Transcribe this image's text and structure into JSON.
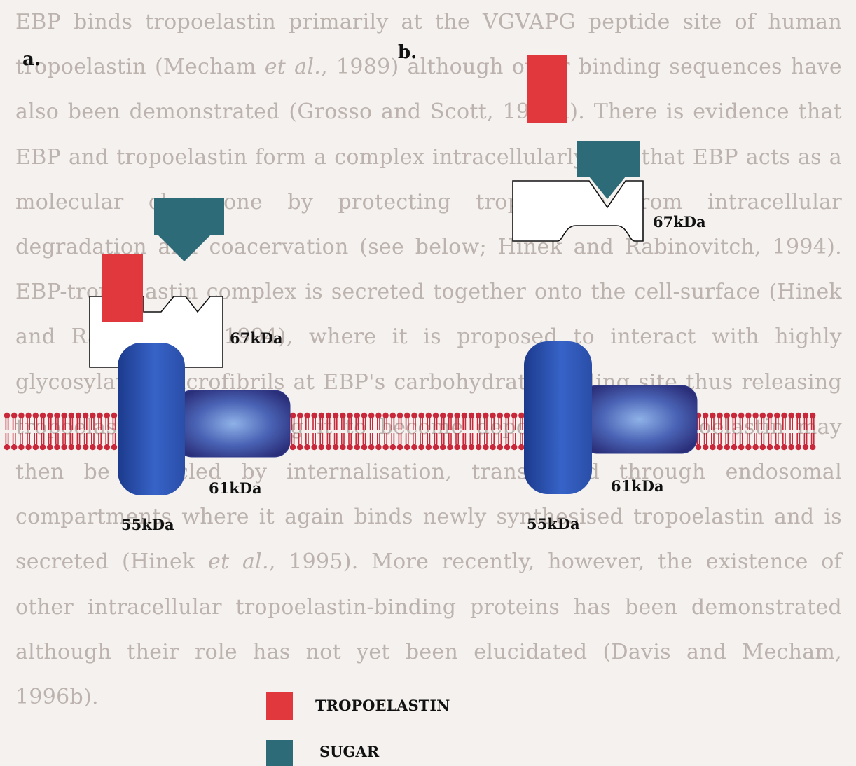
{
  "background_text": {
    "p1": "EBP binds tropoelastin primarily at the VGVAPG peptide site of human tropoelastin (Mecham ",
    "p1_em": "et al.",
    "p2": ", 1989) although other binding sequences have also been demonstrated (Grosso and Scott, 1989a). There is evidence that EBP and tropoelastin form a complex intracellularly and that EBP acts as a molecular chaperone by protecting tropoelastin from intracellular degradation and coacervation (see below; Hinek and Rabinovitch, 1994). EBP-tropoelastin complex is secreted together onto the cell-surface (Hinek and Rabinovitch, 1994), where it is proposed to interact with highly glycosylated microfibrils at EBP's carbohydrate binding site thus releasing tropoelastin and allowing it to become deposited. EBP-tropoelastin may then be recycled by internalisation, transported through endosomal compartments where it again binds newly synthesised tropoelastin and is secreted (Hinek ",
    "p2_em": "et al.",
    "p3": ", 1995). More recently, however, the existence of other intracellular tropoelastin-binding proteins has been demonstrated although their role has not yet been elucidated (Davis and Mecham, 1996b)."
  },
  "panels": {
    "a": {
      "label": "a.",
      "kda_67": "67kDa",
      "kda_61": "61kDa",
      "kda_55": "55kDa"
    },
    "b": {
      "label": "b.",
      "kda_67": "67kDa",
      "kda_61": "61kDa",
      "kda_55": "55kDa"
    }
  },
  "legend": {
    "items": [
      {
        "label": "TROPOELASTIN",
        "color": "#e0383c"
      },
      {
        "label": "SUGAR",
        "color": "#2e6b78"
      }
    ]
  },
  "colors": {
    "tropoelastin": "#e0383c",
    "sugar": "#2e6b78",
    "membrane": "#c8283a",
    "protein_55": "#2f56b8",
    "protein_61": "#3f4f9e"
  }
}
